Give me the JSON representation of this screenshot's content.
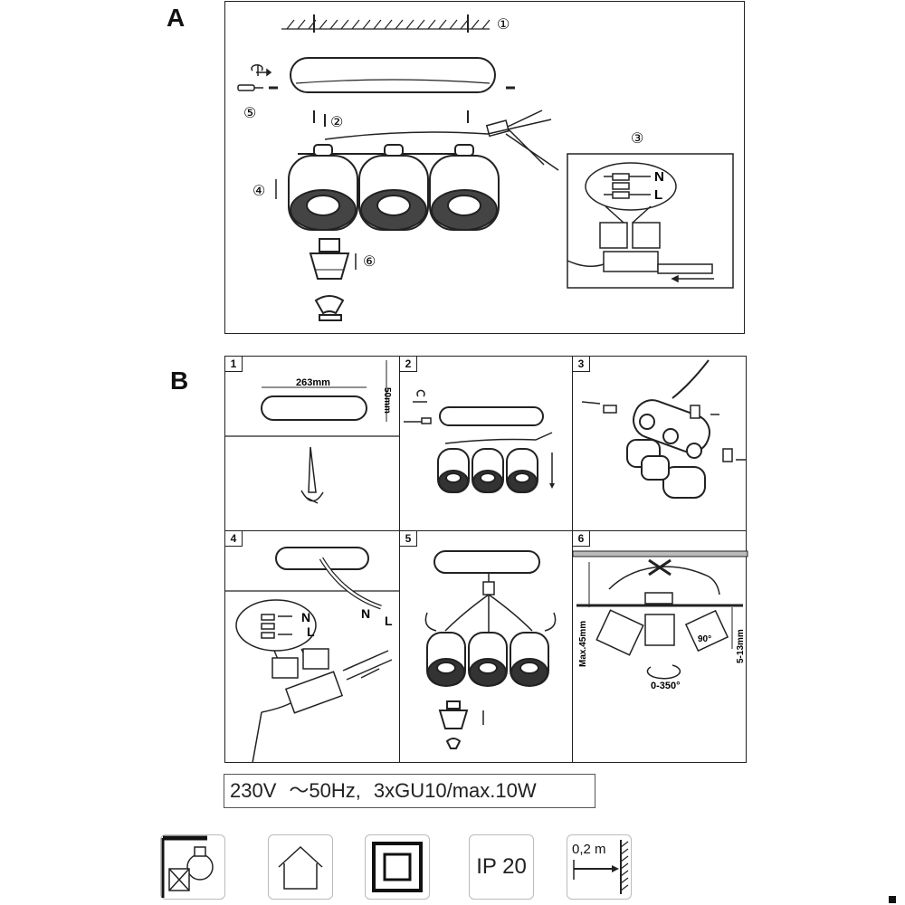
{
  "sections": {
    "a": {
      "letter": "A"
    },
    "b": {
      "letter": "B"
    }
  },
  "section_a": {
    "callouts": [
      "①",
      "②",
      "③",
      "④",
      "⑤",
      "⑥"
    ],
    "inset": {
      "label_n": "N",
      "label_l": "L"
    }
  },
  "section_b": {
    "steps": [
      {
        "number": "1",
        "width_label": "263mm",
        "height_label": "50mm"
      },
      {
        "number": "2"
      },
      {
        "number": "3"
      },
      {
        "number": "4",
        "label_n": "N",
        "label_l": "L",
        "wire_label_n": "N",
        "wire_label_l": "L"
      },
      {
        "number": "5"
      },
      {
        "number": "6",
        "height_label_left": "Max.45mm",
        "height_label_right": "5-13mm",
        "rotation_label": "0-350°",
        "tilt_label": "90°"
      }
    ]
  },
  "specs": {
    "voltage": "230V",
    "frequency": "～50Hz,",
    "bulbs": "3xGU10/max.10W"
  },
  "symbols": {
    "ip_rating": "IP 20",
    "distance": "0,2 m",
    "icons": [
      "no-insulation-cover-icon",
      "indoor-use-icon",
      "class-ii-icon",
      "ip20-icon",
      "min-distance-icon"
    ]
  },
  "colors": {
    "line": "#222222",
    "border": "#555555"
  }
}
